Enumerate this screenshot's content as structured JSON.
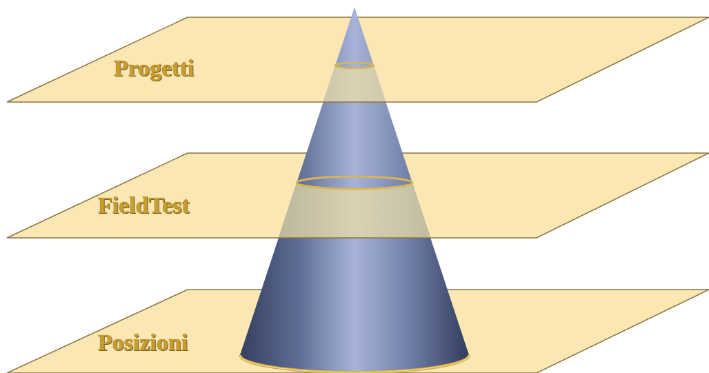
{
  "diagram": {
    "nodes": [
      {
        "text": [
          "Progetti"
        ]
      },
      {
        "text": [
          "FieldTest"
        ]
      },
      {
        "text": [
          "Posizioni"
        ]
      }
    ]
  }
}
